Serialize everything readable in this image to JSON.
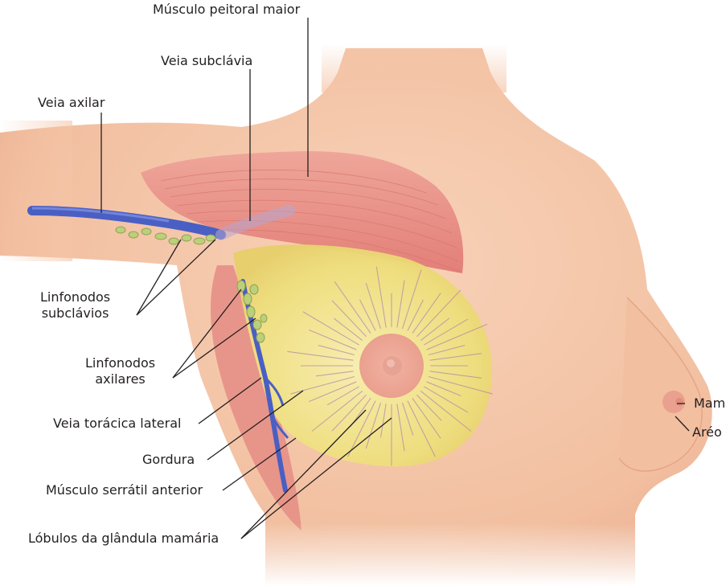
{
  "labels": {
    "musculo_peitoral_maior": "Músculo peitoral maior",
    "veia_subclavia": "Veia subclávia",
    "veia_axilar": "Veia axilar",
    "linfonodos_subclavios_1": "Linfonodos",
    "linfonodos_subclavios_2": "subclávios",
    "linfonodos_axilares_1": "Linfonodos",
    "linfonodos_axilares_2": "axilares",
    "veia_toracica_lateral": "Veia torácica lateral",
    "gordura": "Gordura",
    "musculo_serratil_anterior": "Músculo serrátil anterior",
    "lobulos_glandula_mamaria": "Lóbulos da glândula mamária",
    "mamilo": "Mam",
    "areola": "Aréo"
  },
  "colors": {
    "skin": "#f4c4a6",
    "skin_shadow": "#e9a98a",
    "muscle": "#e58f86",
    "fat": "#f1e58a",
    "vein": "#4a5fc4",
    "lymph_node": "#bccf7a",
    "areola": "#ec9d8e",
    "leader_line": "#231f20"
  }
}
